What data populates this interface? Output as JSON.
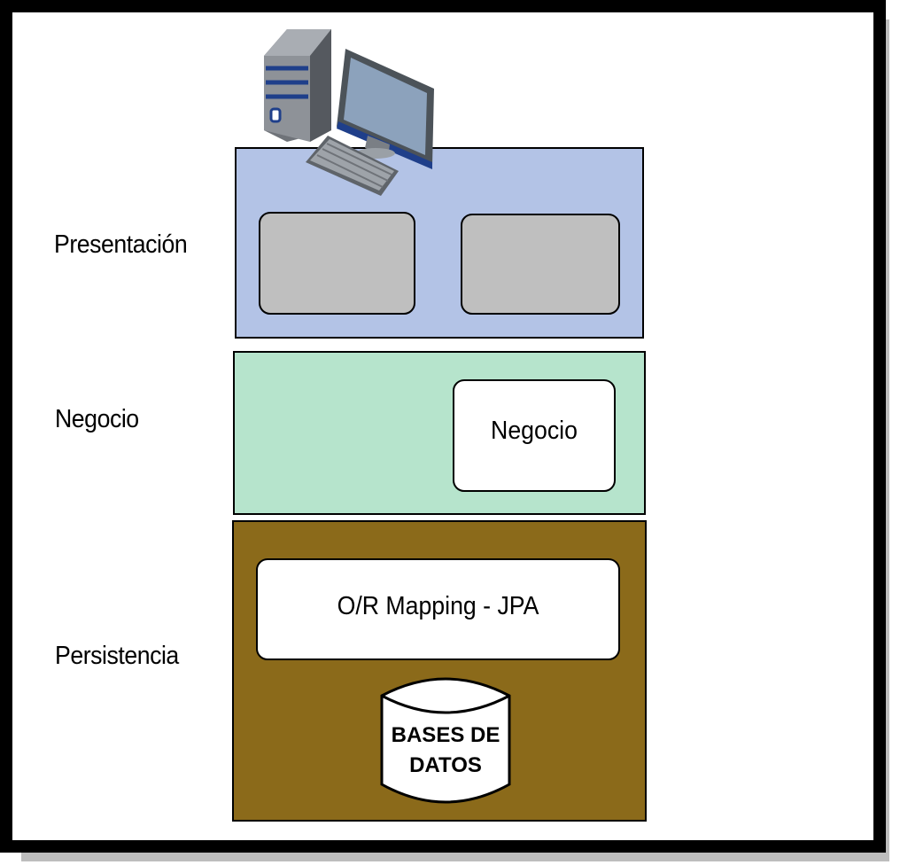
{
  "labels": {
    "presentacion": "Presentación",
    "negocio": "Negocio",
    "persistencia": "Persistencia"
  },
  "presentacion_layer": {
    "color": "#b3c3e6",
    "panel_color": "#bfbfbf"
  },
  "negocio_layer": {
    "color": "#b6e4cc",
    "box_label": "Negocio"
  },
  "persistencia_layer": {
    "color": "#8b6a1a",
    "mapping_label": "O/R Mapping - JPA",
    "db_line1": "BASES DE",
    "db_line2": "DATOS"
  },
  "icon": "desktop-computer-icon"
}
